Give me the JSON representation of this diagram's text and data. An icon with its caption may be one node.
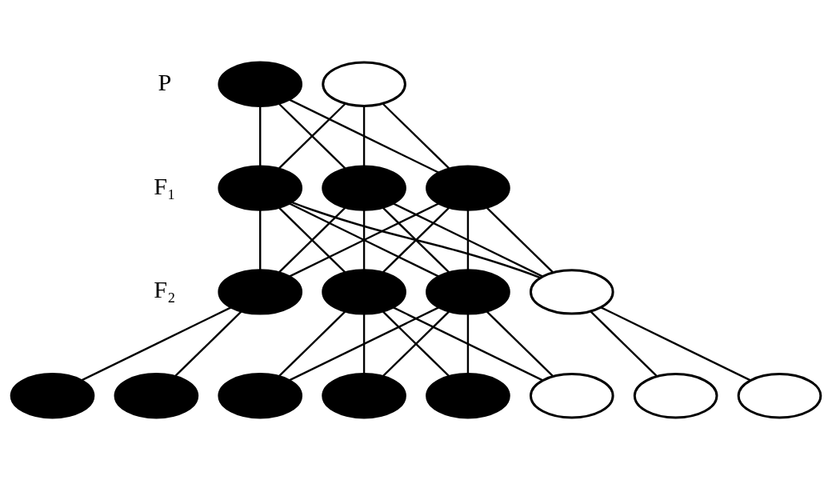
{
  "diagram": {
    "nodes": [
      {
        "text": [],
        "shape": "ellipse"
      },
      {
        "text": [],
        "shape": "ellipse"
      },
      {
        "text": [],
        "shape": "ellipse"
      },
      {
        "text": [],
        "shape": "ellipse"
      },
      {
        "text": [],
        "shape": "ellipse"
      },
      {
        "text": [],
        "shape": "ellipse"
      },
      {
        "text": [],
        "shape": "ellipse"
      },
      {
        "text": [],
        "shape": "ellipse"
      },
      {
        "text": [],
        "shape": "ellipse"
      },
      {
        "text": [],
        "shape": "ellipse"
      },
      {
        "text": [],
        "shape": "ellipse"
      },
      {
        "text": [],
        "shape": "ellipse"
      },
      {
        "text": [],
        "shape": "ellipse"
      },
      {
        "text": [],
        "shape": "ellipse"
      },
      {
        "text": [],
        "shape": "ellipse"
      },
      {
        "text": [],
        "shape": "ellipse"
      },
      {
        "text": [],
        "shape": "ellipse"
      }
    ],
    "edges": [
      {
        "from": 0,
        "to": 2,
        "arrow": "none"
      },
      {
        "from": 0,
        "to": 3,
        "arrow": "none"
      },
      {
        "from": 0,
        "to": 4,
        "arrow": "none"
      },
      {
        "from": 1,
        "to": 2,
        "arrow": "none"
      },
      {
        "from": 1,
        "to": 3,
        "arrow": "none"
      },
      {
        "from": 1,
        "to": 4,
        "arrow": "none"
      },
      {
        "from": 2,
        "to": 5,
        "arrow": "none"
      },
      {
        "from": 2,
        "to": 6,
        "arrow": "none"
      },
      {
        "from": 2,
        "to": 7,
        "arrow": "none"
      },
      {
        "from": 2,
        "to": 8,
        "arrow": "none"
      },
      {
        "from": 3,
        "to": 5,
        "arrow": "none"
      },
      {
        "from": 3,
        "to": 6,
        "arrow": "none"
      },
      {
        "from": 3,
        "to": 7,
        "arrow": "none"
      },
      {
        "from": 3,
        "to": 8,
        "arrow": "none"
      },
      {
        "from": 4,
        "to": 5,
        "arrow": "none"
      },
      {
        "from": 4,
        "to": 6,
        "arrow": "none"
      },
      {
        "from": 4,
        "to": 7,
        "arrow": "none"
      },
      {
        "from": 4,
        "to": 8,
        "arrow": "none"
      },
      {
        "from": 5,
        "to": 9,
        "arrow": "none"
      },
      {
        "from": 5,
        "to": 10,
        "arrow": "none"
      },
      {
        "from": 6,
        "to": 11,
        "arrow": "none"
      },
      {
        "from": 6,
        "to": 12,
        "arrow": "none"
      },
      {
        "from": 6,
        "to": 13,
        "arrow": "none"
      },
      {
        "from": 6,
        "to": 14,
        "arrow": "none"
      },
      {
        "from": 7,
        "to": 11,
        "arrow": "none"
      },
      {
        "from": 7,
        "to": 12,
        "arrow": "none"
      },
      {
        "from": 7,
        "to": 13,
        "arrow": "none"
      },
      {
        "from": 7,
        "to": 14,
        "arrow": "none"
      },
      {
        "from": 8,
        "to": 15,
        "arrow": "none"
      },
      {
        "from": 8,
        "to": 16,
        "arrow": "none"
      }
    ],
    "labels": [
      "P",
      "F₁",
      "F₂"
    ]
  }
}
